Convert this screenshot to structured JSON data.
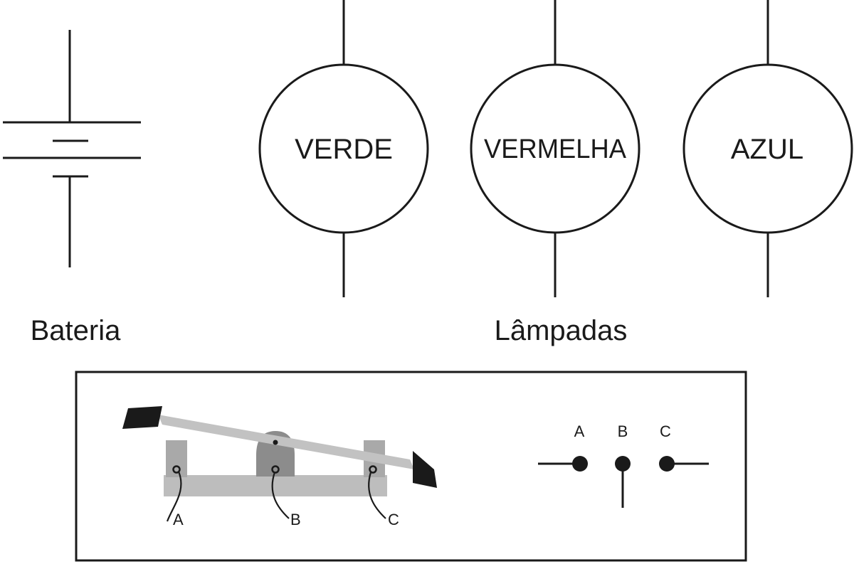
{
  "battery": {
    "caption": "Bateria"
  },
  "lamps": {
    "caption": "Lâmpadas",
    "items": [
      {
        "label": "VERDE"
      },
      {
        "label": "VERMELHA"
      },
      {
        "label": "AZUL"
      }
    ]
  },
  "switch": {
    "terminals": [
      "A",
      "B",
      "C"
    ],
    "symbol_terminals": [
      "A",
      "B",
      "C"
    ]
  }
}
